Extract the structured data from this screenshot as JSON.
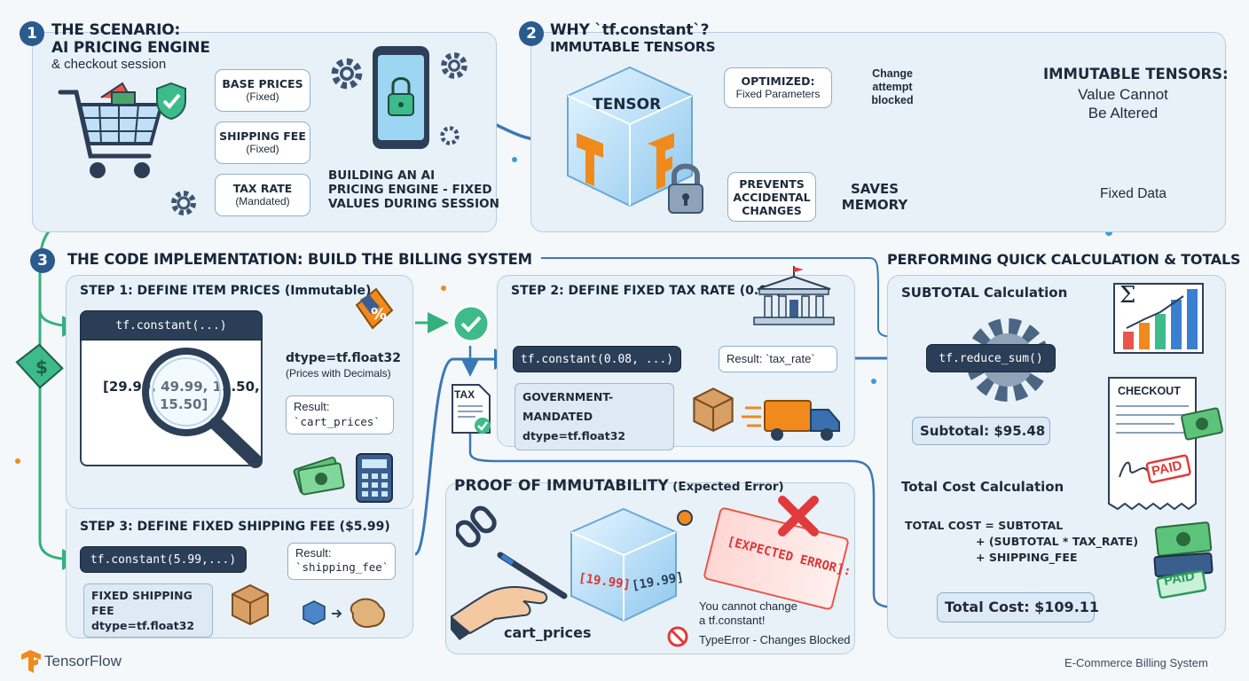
{
  "scenario": {
    "number": "1",
    "title": "THE SCENARIO:",
    "subtitle": "AI PRICING ENGINE",
    "subtitle2": "& checkout session",
    "base_prices": {
      "title": "BASE PRICES",
      "note": "(Fixed)"
    },
    "shipping_fee": {
      "title": "SHIPPING FEE",
      "note": "(Fixed)"
    },
    "tax_rate": {
      "title": "TAX RATE",
      "note": "(Mandated)"
    },
    "caption": [
      "BUILDING AN AI",
      "PRICING ENGINE - FIXED",
      "VALUES DURING SESSION"
    ]
  },
  "why": {
    "number": "2",
    "title": "WHY `tf.constant`?",
    "subtitle": "IMMUTABLE TENSORS",
    "tensor_label": "TENSOR",
    "optimized": {
      "title": "OPTIMIZED:",
      "note": "Fixed Parameters"
    },
    "prevents": [
      "PREVENTS",
      "ACCIDENTAL",
      "CHANGES"
    ],
    "change_attempt": [
      "Change",
      "attempt",
      "blocked"
    ],
    "saves_memory": [
      "SAVES",
      "MEMORY"
    ],
    "immutable_title": "IMMUTABLE TENSORS:",
    "immutable_note": [
      "Value Cannot",
      "Be Altered"
    ],
    "fixed_data": "Fixed Data"
  },
  "code": {
    "number": "3",
    "title": "THE CODE IMPLEMENTATION: BUILD THE BILLING SYSTEM",
    "step1": {
      "title": "STEP 1: DEFINE ITEM PRICES (Immutable)",
      "code": "tf.constant(...)",
      "values": [
        "[29.99, 49.99, 15.50,",
        "15.50]"
      ],
      "dtype": "dtype=tf.float32",
      "dtype_note": "(Prices with Decimals)",
      "result_label": "Result:",
      "result_var": "`cart_prices`"
    },
    "step2": {
      "title": "STEP 2: DEFINE FIXED TAX RATE (0.08)",
      "code": "tf.constant(0.08, ...)",
      "result": "Result: `tax_rate`",
      "gov": "GOVERNMENT-MANDATED",
      "dtype": "dtype=tf.float32",
      "tax_doc": "TAX"
    },
    "step3": {
      "title": "STEP 3: DEFINE FIXED SHIPPING FEE ($5.99)",
      "code": "tf.constant(5.99,...)",
      "result_label": "Result:",
      "result_var": "`shipping_fee`",
      "note": "FIXED SHIPPING FEE",
      "dtype": "dtype=tf.float32"
    }
  },
  "proof": {
    "title": "PROOF OF IMMUTABILITY",
    "title_note": "(Expected Error)",
    "cube_values": [
      "[19.99]",
      "[19.99]"
    ],
    "error_label": "[EXPECTED ERROR]:",
    "message": [
      "You cannot change",
      "a tf.constant!"
    ],
    "type_error": "TypeError - Changes Blocked",
    "var_label": "cart_prices"
  },
  "totals": {
    "title": "PERFORMING QUICK CALCULATION & TOTALS",
    "subtotal_title": "SUBTOTAL Calculation",
    "reduce_code": "tf.reduce_sum()",
    "subtotal": "Subtotal: $95.48",
    "checkout": "CHECKOUT",
    "paid": "PAID",
    "total_title": "Total Cost Calculation",
    "formula": [
      "TOTAL COST = SUBTOTAL",
      "+ (SUBTOTAL * TAX_RATE)",
      "+ SHIPPING_FEE"
    ],
    "total": "Total Cost: $109.11",
    "sigma": "Σ",
    "paid_stamp": "PAID"
  },
  "footer": {
    "brand": "TensorFlow",
    "right": "E-Commerce Billing System"
  },
  "colors": {
    "navy": "#2a3e57",
    "accent_blue": "#2a5b8f",
    "green": "#3dbb8a",
    "tf_orange": "#f08a1c",
    "error_red": "#e23a3a"
  }
}
